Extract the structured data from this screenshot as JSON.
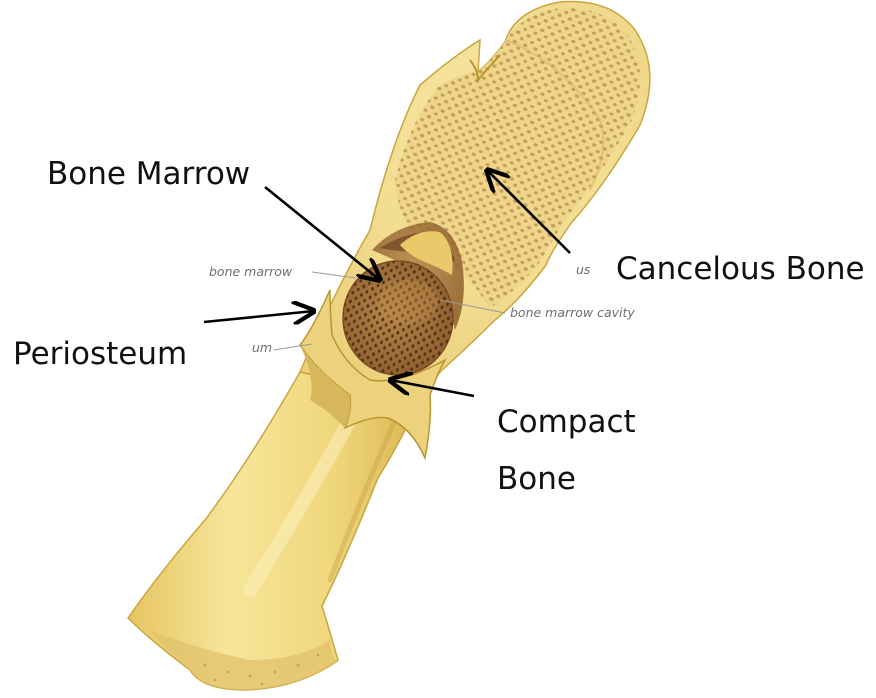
{
  "colors": {
    "bone_fill": "#f3df8a",
    "bone_shadow": "#e2c260",
    "bone_outline": "#b8962f",
    "cancellous_fill": "#f2d98a",
    "pore": "#b89a52",
    "marrow_fill": "#a9773e",
    "marrow_pore": "#4a2c12",
    "cavity_fill": "#d8b464",
    "arrow": "#000000"
  },
  "labels": {
    "bone_marrow": "Bone Marrow",
    "cancelous_bone": "Cancelous Bone",
    "periosteum": "Periosteum",
    "compact_bone_line1": "Compact",
    "compact_bone_line2": "Bone"
  },
  "faint_labels": {
    "bone_marrow": "bone marrow",
    "bone_marrow_cavity": "bone marrow cavity",
    "periosteum_fragment": "um",
    "cancellous_fragment": "us"
  }
}
